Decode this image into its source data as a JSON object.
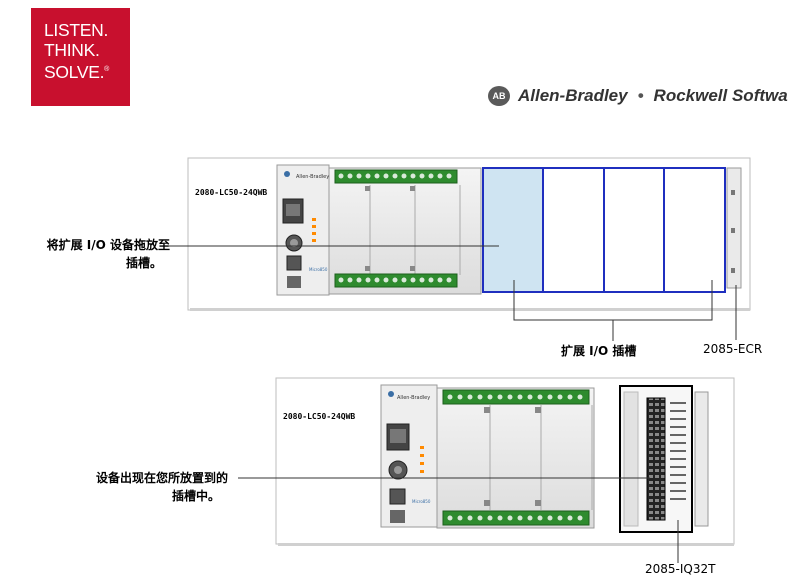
{
  "logo": {
    "lines": [
      "LISTEN.",
      "THINK.",
      "SOLVE."
    ],
    "mark": "®",
    "color": "#c8102e"
  },
  "brand": {
    "badge": "AB",
    "left": "Allen-Bradley",
    "separator": "•",
    "right": "Rockwell Softwa"
  },
  "diagram_top": {
    "model_label": "2080-LC50-24QWB",
    "callout_drop": [
      "将扩展 I/O 设备拖放至",
      "插槽。"
    ],
    "callout_slots": "扩展 I/O 插槽",
    "callout_end": "2085-ECR",
    "device_brand": "Allen-Bradley",
    "series": "Micro850"
  },
  "diagram_bottom": {
    "model_label": "2080-LC50-24QWB",
    "callout_placed": [
      "设备出现在您所放置到的",
      "插槽中。"
    ],
    "callout_module": "2085-IQ32T",
    "device_brand": "Allen-Bradley",
    "series": "Micro850"
  },
  "colors": {
    "slot_border": "#1f2fbf",
    "slot_highlight": "#cfe4f2",
    "terminal_green": "#2e8b2e"
  },
  "icons": [
    "ethernet-port-icon",
    "serial-port-icon",
    "usb-port-icon",
    "ab-logo-icon"
  ]
}
